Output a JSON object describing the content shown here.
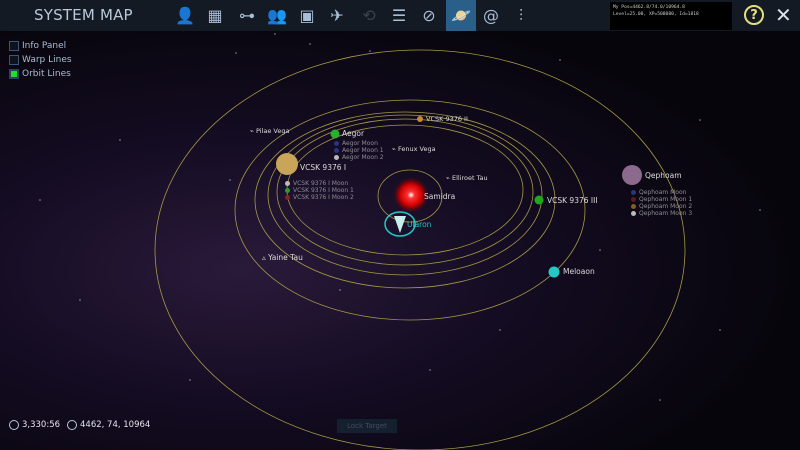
{
  "header": {
    "title": "SYSTEM MAP",
    "tabs": [
      {
        "icon": "person-icon",
        "glyph": "👤"
      },
      {
        "icon": "cargo-icon",
        "glyph": "▦"
      },
      {
        "icon": "hierarchy-icon",
        "glyph": "⊶"
      },
      {
        "icon": "crew-icon",
        "glyph": "👥"
      },
      {
        "icon": "browser-window-icon",
        "glyph": "▣"
      },
      {
        "icon": "ship-icon",
        "glyph": "✈"
      },
      {
        "icon": "transfer-icon",
        "glyph": "⟲"
      },
      {
        "icon": "list-icon",
        "glyph": "☰"
      },
      {
        "icon": "compass-icon",
        "glyph": "⊘"
      },
      {
        "icon": "planet-icon",
        "glyph": "🪐"
      },
      {
        "icon": "galaxy-icon",
        "glyph": "@"
      },
      {
        "icon": "settings-sliders-icon",
        "glyph": "⫶"
      }
    ],
    "active_tab": 9,
    "debug_line1": "My Pos=4462.8/74.0/10964.8",
    "debug_line2": "Level=25.00, XP=508080, Id=1818",
    "help": "?",
    "close": "✕"
  },
  "toggles": [
    {
      "label": "Info Panel",
      "checked": false
    },
    {
      "label": "Warp Lines",
      "checked": false
    },
    {
      "label": "Orbit Lines",
      "checked": true
    }
  ],
  "bodies": {
    "star": "Samidra",
    "player": "Ularon",
    "planets": [
      "Aegor",
      "VCSK 9376 I",
      "VCSK 9376 II",
      "VCSK 9376 III",
      "Meloaon",
      "Qephoam"
    ],
    "stations": [
      "Pilae Vega",
      "Fenux Vega",
      "Elliroet Tau",
      "Yaine Tau"
    ],
    "aegor_moons": [
      "Aegor Moon",
      "Aegor Moon 1",
      "Aegor Moon 2"
    ],
    "vcsk_moons": [
      "VCSK 9376 I Moon",
      "VCSK 9376 I Moon 1",
      "VCSK 9376 I Moon 2"
    ],
    "qephoam_moons": [
      "Qephoam Moon",
      "Qephoam Moon 1",
      "Qephoam Moon 2",
      "Qephoam Moon 3"
    ]
  },
  "footer": {
    "time": "3,330:56",
    "coords": "4462, 74, 10964",
    "lock_target": "Lock Target"
  },
  "colors": {
    "orbit": "#a59a45",
    "active_tab": "#2a5f8a",
    "toggle_on": "#1de21d"
  }
}
